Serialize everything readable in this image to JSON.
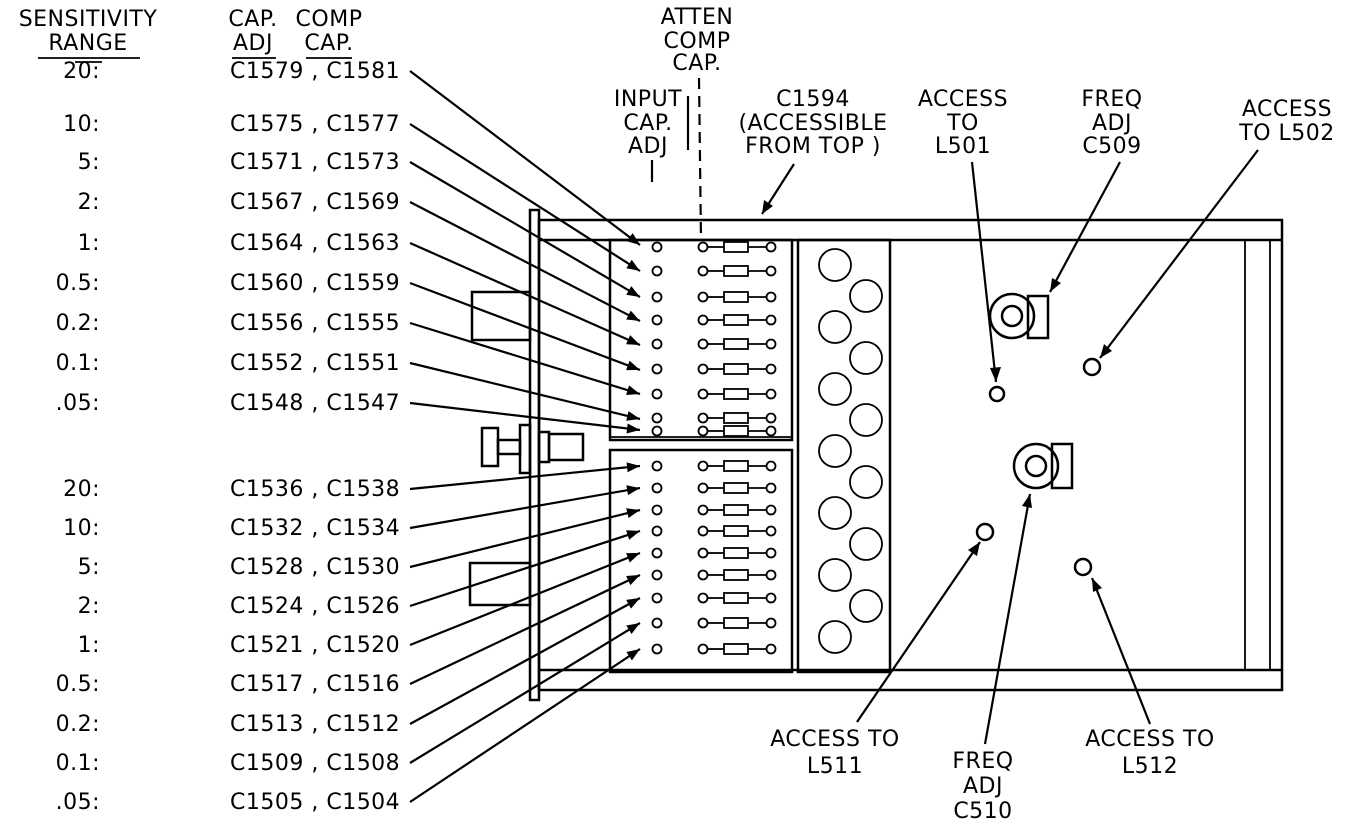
{
  "headers": {
    "sensitivity": "SENSITIVITY",
    "range": "RANGE",
    "cap": "CAP.",
    "adj": "ADJ",
    "comp": "COMP",
    "cap2": "CAP."
  },
  "callouts": {
    "atten_comp_cap": [
      "ATTEN",
      "COMP",
      "CAP."
    ],
    "input_cap_adj": [
      "INPUT",
      "CAP.",
      "ADJ"
    ],
    "c1594": [
      "C1594",
      "(ACCESSIBLE",
      "FROM  TOP )"
    ],
    "access_l501": [
      "ACCESS",
      "TO",
      "L501"
    ],
    "freq_adj_c509": [
      "FREQ",
      "ADJ",
      "C509"
    ],
    "access_l502": [
      "ACCESS",
      "TO L502"
    ],
    "access_l511": [
      "ACCESS  TO",
      "L511"
    ],
    "freq_adj_c510": [
      "FREQ",
      "ADJ",
      "C510"
    ],
    "access_l512": [
      "ACCESS  TO",
      "L512"
    ]
  },
  "rows": [
    {
      "range": "20:",
      "caps": "C1579 , C1581"
    },
    {
      "range": "10:",
      "caps": "C1575 , C1577"
    },
    {
      "range": "5:",
      "caps": "C1571 , C1573"
    },
    {
      "range": "2:",
      "caps": "C1567 , C1569"
    },
    {
      "range": "1:",
      "caps": "C1564 , C1563"
    },
    {
      "range": "0.5:",
      "caps": "C1560 , C1559"
    },
    {
      "range": "0.2:",
      "caps": "C1556 , C1555"
    },
    {
      "range": "0.1:",
      "caps": "C1552 , C1551"
    },
    {
      "range": ".05:",
      "caps": "C1548 , C1547"
    },
    {
      "range": "20:",
      "caps": "C1536 , C1538"
    },
    {
      "range": "10:",
      "caps": "C1532 , C1534"
    },
    {
      "range": "5:",
      "caps": "C1528 , C1530"
    },
    {
      "range": "2:",
      "caps": "C1524 , C1526"
    },
    {
      "range": "1:",
      "caps": "C1521 , C1520"
    },
    {
      "range": "0.5:",
      "caps": "C1517 , C1516"
    },
    {
      "range": "0.2:",
      "caps": "C1513 , C1512"
    },
    {
      "range": "0.1:",
      "caps": "C1509 , C1508"
    },
    {
      "range": ".05:",
      "caps": "C1505 , C1504"
    }
  ]
}
